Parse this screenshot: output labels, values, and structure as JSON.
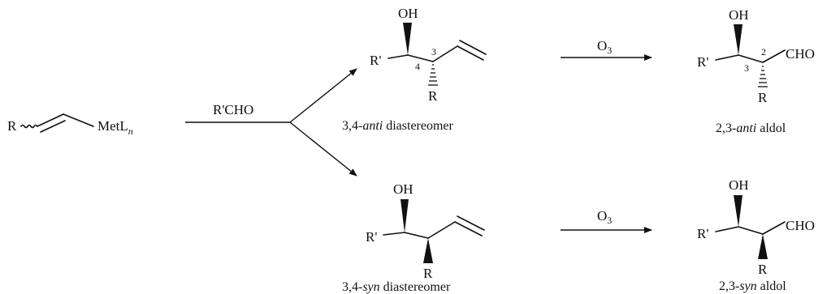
{
  "reactant": {
    "r_label": "R",
    "metal_label": "MetL",
    "metal_subscript": "n"
  },
  "reagent_1": {
    "label": "R'CHO"
  },
  "reagent_2": {
    "label": "O",
    "subscript": "3"
  },
  "anti_homoallyl": {
    "oh": "OH",
    "rprime": "R'",
    "r": "R",
    "locant_a": "4",
    "locant_b": "3",
    "caption_prefix": "3,4-",
    "caption_italic": "anti",
    "caption_suffix": " diastereomer"
  },
  "syn_homoallyl": {
    "oh": "OH",
    "rprime": "R'",
    "r": "R",
    "caption_prefix": "3,4-",
    "caption_italic": "syn",
    "caption_suffix": " diastereomer"
  },
  "anti_aldol": {
    "oh": "OH",
    "rprime": "R'",
    "r": "R",
    "cho": "CHO",
    "locant_a": "3",
    "locant_b": "2",
    "caption_prefix": "2,3-",
    "caption_italic": "anti",
    "caption_suffix": " aldol"
  },
  "syn_aldol": {
    "oh": "OH",
    "rprime": "R'",
    "r": "R",
    "cho": "CHO",
    "caption_prefix": "2,3-",
    "caption_italic": "syn",
    "caption_suffix": " aldol"
  }
}
